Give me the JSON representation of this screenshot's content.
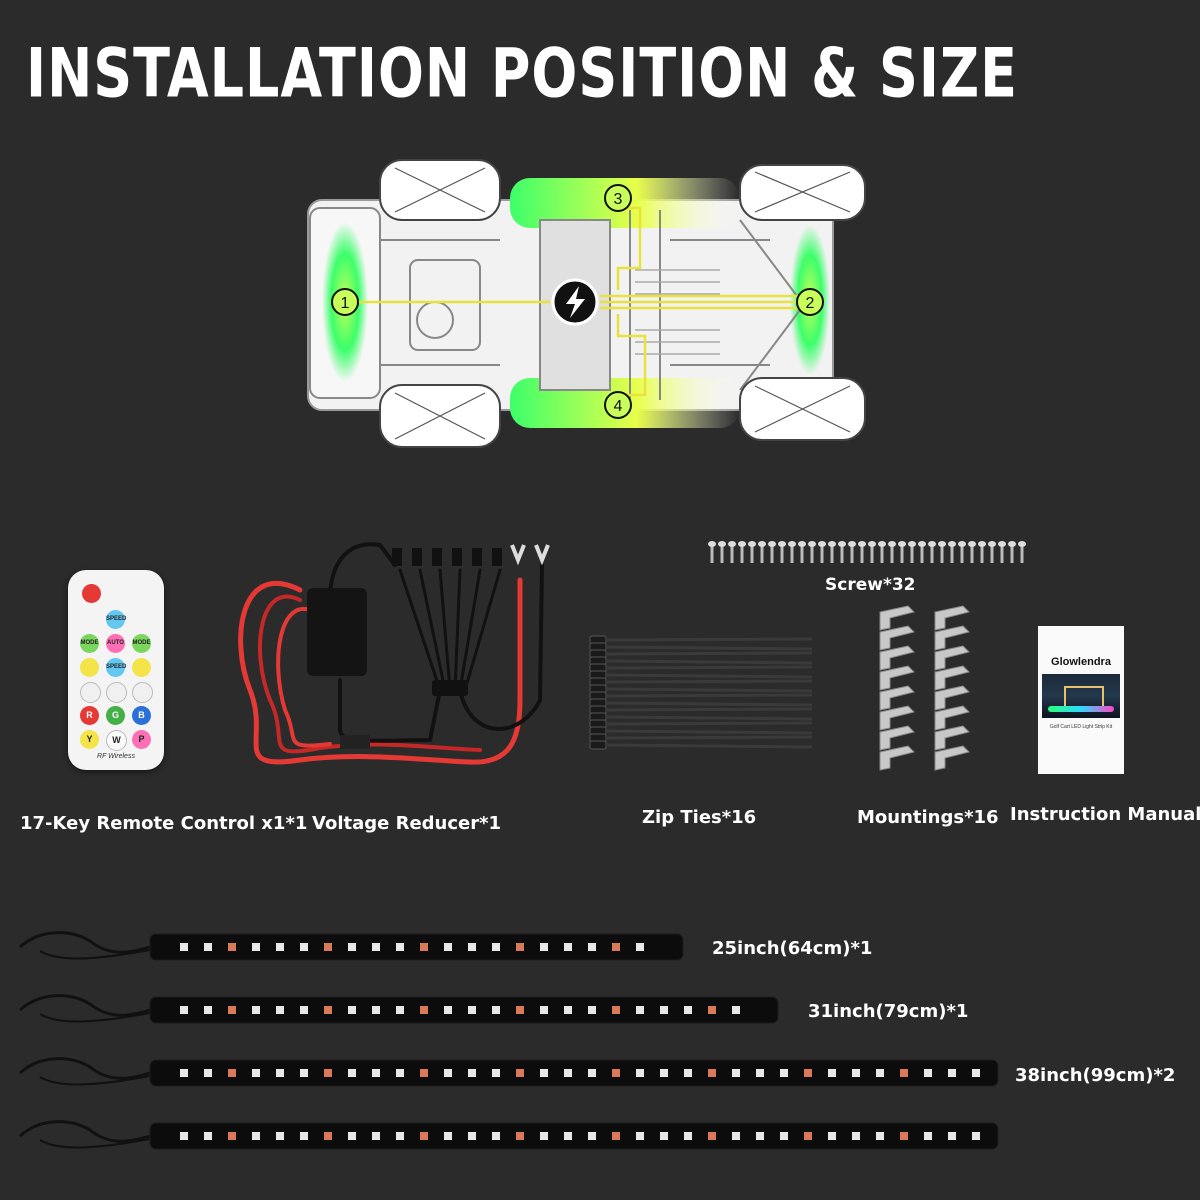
{
  "title": "INSTALLATION POSITION & SIZE",
  "diagram": {
    "markers": [
      "1",
      "2",
      "3",
      "4"
    ],
    "center_icon": "lightning-bolt-icon",
    "accent_colors": {
      "green": "#3cff6a",
      "yellow": "#f4f23a",
      "wire": "#e8e23a"
    }
  },
  "items": {
    "remote": {
      "label": "17-Key Remote Control x1*1",
      "keys": [
        "SPEED",
        "MODE",
        "AUTO",
        "MODE",
        "SPEED",
        "R",
        "G",
        "B",
        "Y",
        "W",
        "P"
      ],
      "rf": "RF Wireless"
    },
    "reducer": {
      "label": "Voltage Reducer*1"
    },
    "screws": {
      "label": "Screw*32"
    },
    "zipties": {
      "label": "Zip Ties*16"
    },
    "mountings": {
      "label": "Mountings*16"
    },
    "manual": {
      "label": "Instruction Manual",
      "brand": "Glowlendra",
      "subtitle": "Golf Cart LED Light Strip Kit"
    }
  },
  "strips": [
    {
      "label": "25inch(64cm)*1"
    },
    {
      "label": "31inch(79cm)*1"
    },
    {
      "label": "38inch(99cm)*2"
    }
  ]
}
